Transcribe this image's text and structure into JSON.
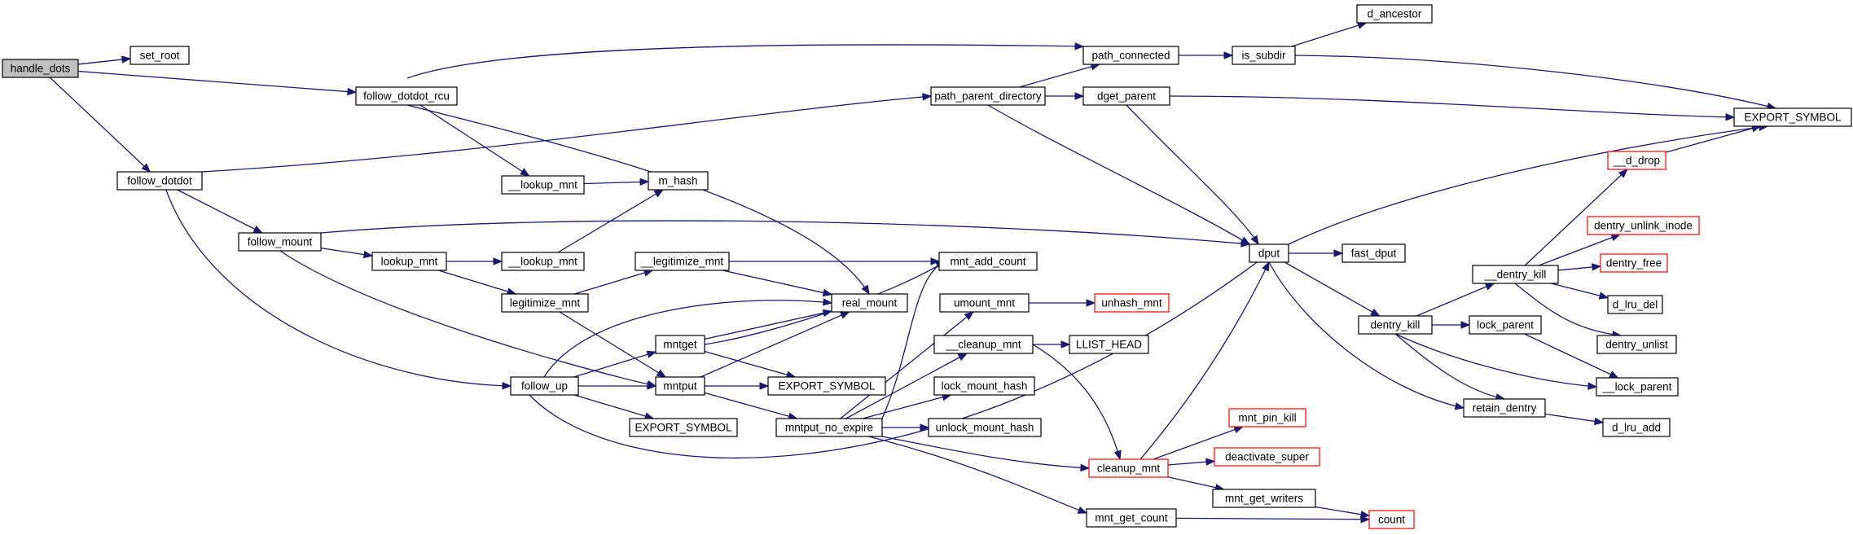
{
  "diagram": {
    "colors": {
      "edge": "#191970",
      "box_border": "#000000",
      "truncated_border": "#ff0000",
      "root_fill": "#bfbfbf",
      "box_fill": "#ffffff"
    },
    "nodes": [
      {
        "id": "handle_dots",
        "label": "handle_dots",
        "root": true
      },
      {
        "id": "set_root",
        "label": "set_root"
      },
      {
        "id": "follow_dotdot_rcu",
        "label": "follow_dotdot_rcu"
      },
      {
        "id": "follow_dotdot",
        "label": "follow_dotdot"
      },
      {
        "id": "follow_mount",
        "label": "follow_mount"
      },
      {
        "id": "lookup_mnt",
        "label": "lookup_mnt"
      },
      {
        "id": "__lookup_mnt_a",
        "label": "__lookup_mnt"
      },
      {
        "id": "__lookup_mnt_b",
        "label": "__lookup_mnt"
      },
      {
        "id": "m_hash",
        "label": "m_hash"
      },
      {
        "id": "legitimize_mnt",
        "label": "legitimize_mnt"
      },
      {
        "id": "__legitimize_mnt",
        "label": "__legitimize_mnt"
      },
      {
        "id": "follow_up",
        "label": "follow_up"
      },
      {
        "id": "EXPORT_SYMBOL_1",
        "label": "EXPORT_SYMBOL"
      },
      {
        "id": "mntget",
        "label": "mntget"
      },
      {
        "id": "mntput",
        "label": "mntput"
      },
      {
        "id": "EXPORT_SYMBOL_2",
        "label": "EXPORT_SYMBOL"
      },
      {
        "id": "real_mount",
        "label": "real_mount"
      },
      {
        "id": "mntput_no_expire",
        "label": "mntput_no_expire"
      },
      {
        "id": "mnt_add_count",
        "label": "mnt_add_count"
      },
      {
        "id": "umount_mnt",
        "label": "umount_mnt"
      },
      {
        "id": "unhash_mnt",
        "label": "unhash_mnt",
        "truncated": true
      },
      {
        "id": "__cleanup_mnt",
        "label": "__cleanup_mnt"
      },
      {
        "id": "LLIST_HEAD",
        "label": "LLIST_HEAD"
      },
      {
        "id": "lock_mount_hash",
        "label": "lock_mount_hash"
      },
      {
        "id": "unlock_mount_hash",
        "label": "unlock_mount_hash"
      },
      {
        "id": "cleanup_mnt",
        "label": "cleanup_mnt",
        "truncated": true
      },
      {
        "id": "mnt_get_count",
        "label": "mnt_get_count"
      },
      {
        "id": "mnt_pin_kill",
        "label": "mnt_pin_kill",
        "truncated": true
      },
      {
        "id": "deactivate_super",
        "label": "deactivate_super",
        "truncated": true
      },
      {
        "id": "mnt_get_writers",
        "label": "mnt_get_writers"
      },
      {
        "id": "count",
        "label": "count",
        "truncated": true
      },
      {
        "id": "path_parent_directory",
        "label": "path_parent_directory"
      },
      {
        "id": "path_connected",
        "label": "path_connected"
      },
      {
        "id": "is_subdir",
        "label": "is_subdir"
      },
      {
        "id": "d_ancestor",
        "label": "d_ancestor"
      },
      {
        "id": "dget_parent",
        "label": "dget_parent"
      },
      {
        "id": "dput",
        "label": "dput"
      },
      {
        "id": "fast_dput",
        "label": "fast_dput"
      },
      {
        "id": "dentry_kill",
        "label": "dentry_kill"
      },
      {
        "id": "__dentry_kill",
        "label": "__dentry_kill"
      },
      {
        "id": "lock_parent",
        "label": "lock_parent"
      },
      {
        "id": "retain_dentry",
        "label": "retain_dentry"
      },
      {
        "id": "__d_drop",
        "label": "__d_drop",
        "truncated": true
      },
      {
        "id": "dentry_unlink_inode",
        "label": "dentry_unlink_inode",
        "truncated": true
      },
      {
        "id": "dentry_free",
        "label": "dentry_free",
        "truncated": true
      },
      {
        "id": "d_lru_del",
        "label": "d_lru_del"
      },
      {
        "id": "dentry_unlist",
        "label": "dentry_unlist"
      },
      {
        "id": "__lock_parent",
        "label": "__lock_parent"
      },
      {
        "id": "d_lru_add",
        "label": "d_lru_add"
      },
      {
        "id": "EXPORT_SYMBOL_3",
        "label": "EXPORT_SYMBOL"
      }
    ],
    "edges": [
      [
        "handle_dots",
        "set_root"
      ],
      [
        "handle_dots",
        "follow_dotdot_rcu"
      ],
      [
        "handle_dots",
        "follow_dotdot"
      ],
      [
        "follow_dotdot_rcu",
        "path_connected"
      ],
      [
        "follow_dotdot_rcu",
        "__lookup_mnt_a"
      ],
      [
        "follow_dotdot_rcu",
        "real_mount"
      ],
      [
        "follow_dotdot",
        "path_parent_directory"
      ],
      [
        "follow_dotdot",
        "follow_mount"
      ],
      [
        "follow_dotdot",
        "follow_up"
      ],
      [
        "__lookup_mnt_a",
        "m_hash"
      ],
      [
        "follow_mount",
        "dput"
      ],
      [
        "follow_mount",
        "lookup_mnt"
      ],
      [
        "follow_mount",
        "mntput"
      ],
      [
        "lookup_mnt",
        "__lookup_mnt_b"
      ],
      [
        "lookup_mnt",
        "legitimize_mnt"
      ],
      [
        "__lookup_mnt_b",
        "m_hash"
      ],
      [
        "legitimize_mnt",
        "__legitimize_mnt"
      ],
      [
        "legitimize_mnt",
        "mntput"
      ],
      [
        "__legitimize_mnt",
        "mnt_add_count"
      ],
      [
        "__legitimize_mnt",
        "real_mount"
      ],
      [
        "follow_up",
        "real_mount"
      ],
      [
        "follow_up",
        "mntget"
      ],
      [
        "follow_up",
        "mntput"
      ],
      [
        "follow_up",
        "EXPORT_SYMBOL_1"
      ],
      [
        "follow_up",
        "dput"
      ],
      [
        "mntget",
        "real_mount"
      ],
      [
        "mntget",
        "mnt_add_count"
      ],
      [
        "mntget",
        "EXPORT_SYMBOL_2"
      ],
      [
        "mntput",
        "real_mount"
      ],
      [
        "mntput",
        "EXPORT_SYMBOL_2"
      ],
      [
        "mntput",
        "mntput_no_expire"
      ],
      [
        "mntput_no_expire",
        "mnt_add_count"
      ],
      [
        "mntput_no_expire",
        "umount_mnt"
      ],
      [
        "mntput_no_expire",
        "__cleanup_mnt"
      ],
      [
        "mntput_no_expire",
        "lock_mount_hash"
      ],
      [
        "mntput_no_expire",
        "unlock_mount_hash"
      ],
      [
        "mntput_no_expire",
        "cleanup_mnt"
      ],
      [
        "mntput_no_expire",
        "mnt_get_count"
      ],
      [
        "umount_mnt",
        "unhash_mnt"
      ],
      [
        "__cleanup_mnt",
        "LLIST_HEAD"
      ],
      [
        "__cleanup_mnt",
        "cleanup_mnt"
      ],
      [
        "cleanup_mnt",
        "dput"
      ],
      [
        "cleanup_mnt",
        "mnt_pin_kill"
      ],
      [
        "cleanup_mnt",
        "deactivate_super"
      ],
      [
        "cleanup_mnt",
        "mnt_get_writers"
      ],
      [
        "mnt_get_writers",
        "count"
      ],
      [
        "mnt_get_count",
        "count"
      ],
      [
        "path_parent_directory",
        "path_connected"
      ],
      [
        "path_parent_directory",
        "dget_parent"
      ],
      [
        "path_parent_directory",
        "dput"
      ],
      [
        "path_connected",
        "is_subdir"
      ],
      [
        "is_subdir",
        "d_ancestor"
      ],
      [
        "is_subdir",
        "EXPORT_SYMBOL_3"
      ],
      [
        "dget_parent",
        "EXPORT_SYMBOL_3"
      ],
      [
        "dget_parent",
        "dput"
      ],
      [
        "dput",
        "EXPORT_SYMBOL_3"
      ],
      [
        "dput",
        "fast_dput"
      ],
      [
        "dput",
        "dentry_kill"
      ],
      [
        "dput",
        "retain_dentry"
      ],
      [
        "dentry_kill",
        "__dentry_kill"
      ],
      [
        "dentry_kill",
        "lock_parent"
      ],
      [
        "dentry_kill",
        "__lock_parent"
      ],
      [
        "dentry_kill",
        "retain_dentry"
      ],
      [
        "__dentry_kill",
        "__d_drop"
      ],
      [
        "__dentry_kill",
        "dentry_unlink_inode"
      ],
      [
        "__dentry_kill",
        "dentry_free"
      ],
      [
        "__dentry_kill",
        "d_lru_del"
      ],
      [
        "__dentry_kill",
        "dentry_unlist"
      ],
      [
        "__d_drop",
        "EXPORT_SYMBOL_3"
      ],
      [
        "lock_parent",
        "__lock_parent"
      ],
      [
        "retain_dentry",
        "d_lru_add"
      ]
    ]
  }
}
